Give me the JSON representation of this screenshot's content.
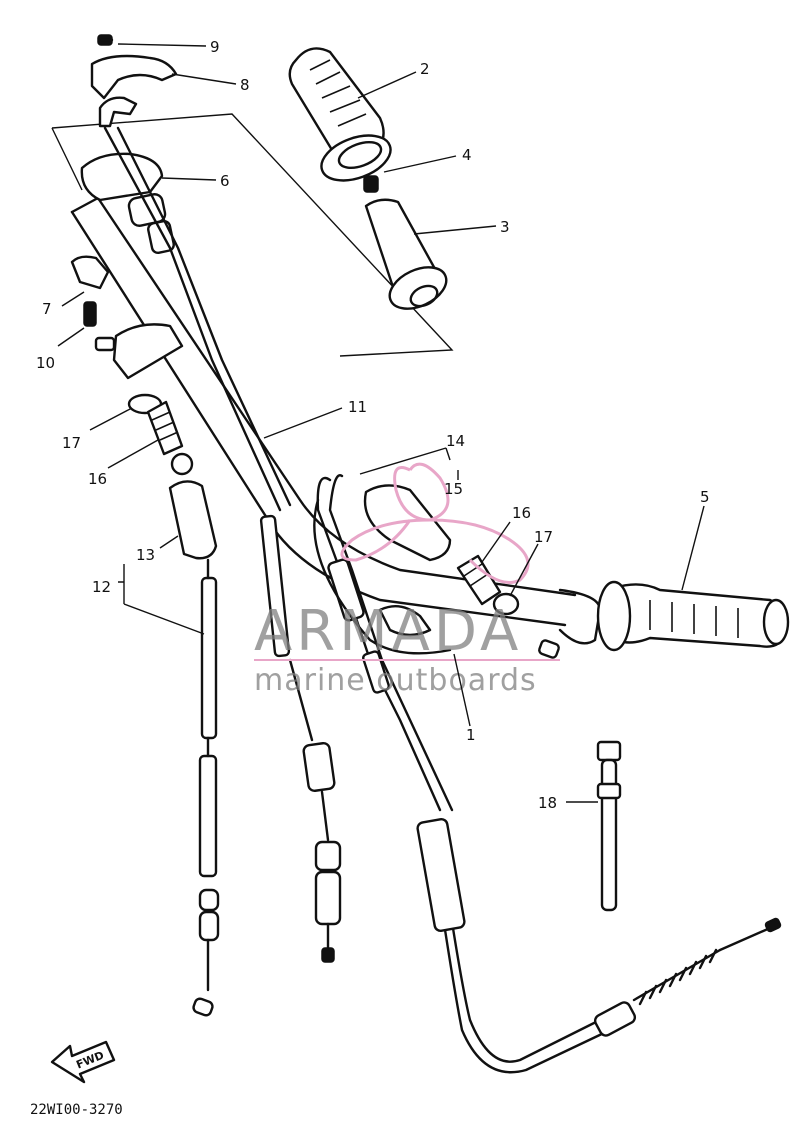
{
  "callouts": {
    "c1": "1",
    "c2": "2",
    "c3": "3",
    "c4": "4",
    "c5": "5",
    "c6": "6",
    "c7": "7",
    "c8": "8",
    "c9": "9",
    "c10": "10",
    "c11": "11",
    "c12": "12",
    "c13": "13",
    "c14": "14",
    "c15": "15",
    "c16a": "16",
    "c16b": "16",
    "c17a": "17",
    "c17b": "17",
    "c18": "18"
  },
  "watermark": {
    "title": "ARMADA",
    "subtitle": "marine outboards",
    "logo_color": "#e8a6c8",
    "text_color": "#808080"
  },
  "direction_arrow": {
    "label": "FWD"
  },
  "diagram_code": "22WI00-3270"
}
